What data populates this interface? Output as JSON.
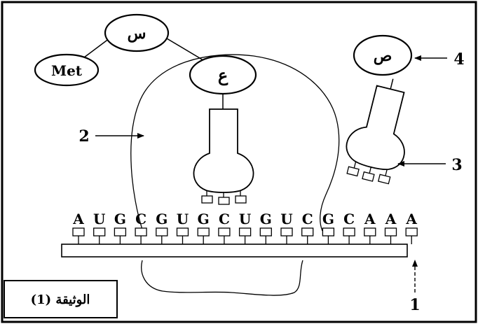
{
  "document": {
    "caption": "الوثيقة (1)"
  },
  "molecules": {
    "amino_acid_met": "Met",
    "amino_acid_x": "س",
    "amino_acid_y": "ع",
    "amino_acid_z": "ص"
  },
  "labels": {
    "n1": "1",
    "n2": "2",
    "n3": "3",
    "n4": "4"
  },
  "mrna": {
    "bases": [
      "A",
      "U",
      "G",
      "C",
      "G",
      "U",
      "G",
      "C",
      "U",
      "G",
      "U",
      "C",
      "G",
      "C",
      "A",
      "A",
      "A"
    ]
  }
}
